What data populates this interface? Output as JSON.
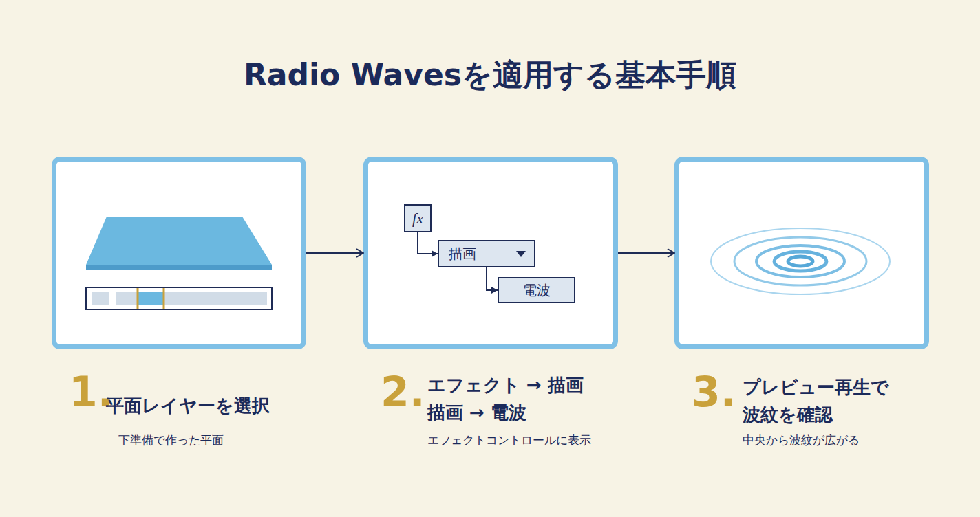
{
  "diagram": {
    "title": "Radio Wavesを適用する基本手順",
    "nodes": [
      {
        "text": [
          "1.",
          "平面レイヤーを選択",
          "下準備で作った平面"
        ]
      },
      {
        "text": [
          "2.",
          "エフェクト → 描画",
          "描画 → 電波",
          "エフェクトコントロールに表示"
        ]
      },
      {
        "text": [
          "fx"
        ],
        "in": 1
      },
      {
        "text": [
          "描画"
        ],
        "in": 1
      },
      {
        "text": [
          "電波"
        ],
        "in": 1
      },
      {
        "text": [
          "3.",
          "プレビュー再生で 波紋を確認",
          "中央から波紋が広がる"
        ]
      }
    ],
    "edges": [
      {
        "from": 0,
        "to": 1,
        "arrow": "to"
      },
      {
        "from": 1,
        "to": 5,
        "arrow": "to"
      },
      {
        "from": 2,
        "to": 3,
        "arrow": "to"
      },
      {
        "from": 3,
        "to": 4,
        "arrow": "to"
      }
    ]
  }
}
